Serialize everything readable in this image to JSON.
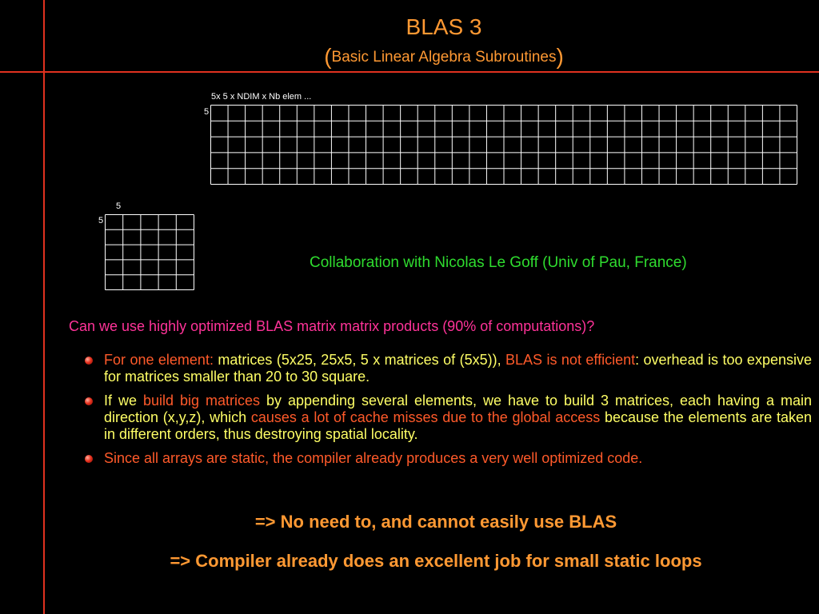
{
  "slide": {
    "title": "BLAS 3",
    "subtitle_open": "(",
    "subtitle": "Basic Linear Algebra Subroutines",
    "subtitle_close": ")"
  },
  "big_matrix": {
    "top_label": "5x  5 x NDIM x Nb elem ...",
    "side_label": "5",
    "rows": 5,
    "cols": 34
  },
  "small_matrix": {
    "top_label": "5",
    "side_label": "5",
    "rows": 5,
    "cols": 5
  },
  "collaboration": "Collaboration with Nicolas Le Goff (Univ of Pau, France)",
  "question": "Can we use highly optimized BLAS matrix matrix products (90% of computations)?",
  "bullets": [
    {
      "parts": [
        {
          "text": "For one element: ",
          "style": "red"
        },
        {
          "text": "matrices (5x25, 25x5, 5 x matrices of (5x5)), ",
          "style": "yel"
        },
        {
          "text": "BLAS is not efficient",
          "style": "red"
        },
        {
          "text": ": overhead is too expensive for matrices smaller than 20 to 30 square.",
          "style": "yel"
        }
      ]
    },
    {
      "parts": [
        {
          "text": "If we ",
          "style": "yel"
        },
        {
          "text": "build big matrices",
          "style": "red"
        },
        {
          "text": " by appending several elements, we have to build 3 matrices, each having a main direction (x,y,z), which ",
          "style": "yel"
        },
        {
          "text": "causes a lot of cache misses due to the global access",
          "style": "red"
        },
        {
          "text": " because the elements are taken in different orders, thus destroying spatial locality.",
          "style": "yel"
        }
      ]
    },
    {
      "parts": [
        {
          "text": "Since all arrays are static, the compiler already produces a very well optimized code.",
          "style": "red"
        }
      ]
    }
  ],
  "conclusions": [
    "=> No need to, and cannot easily use BLAS",
    "=> Compiler already does an excellent job for small static loops"
  ],
  "colors": {
    "background": "#000000",
    "rule": "#e0311f",
    "title": "#ff9933",
    "collaboration": "#2fdc2f",
    "question": "#ff3399",
    "highlight": "#ff5a2a",
    "body_text": "#ffff66"
  }
}
